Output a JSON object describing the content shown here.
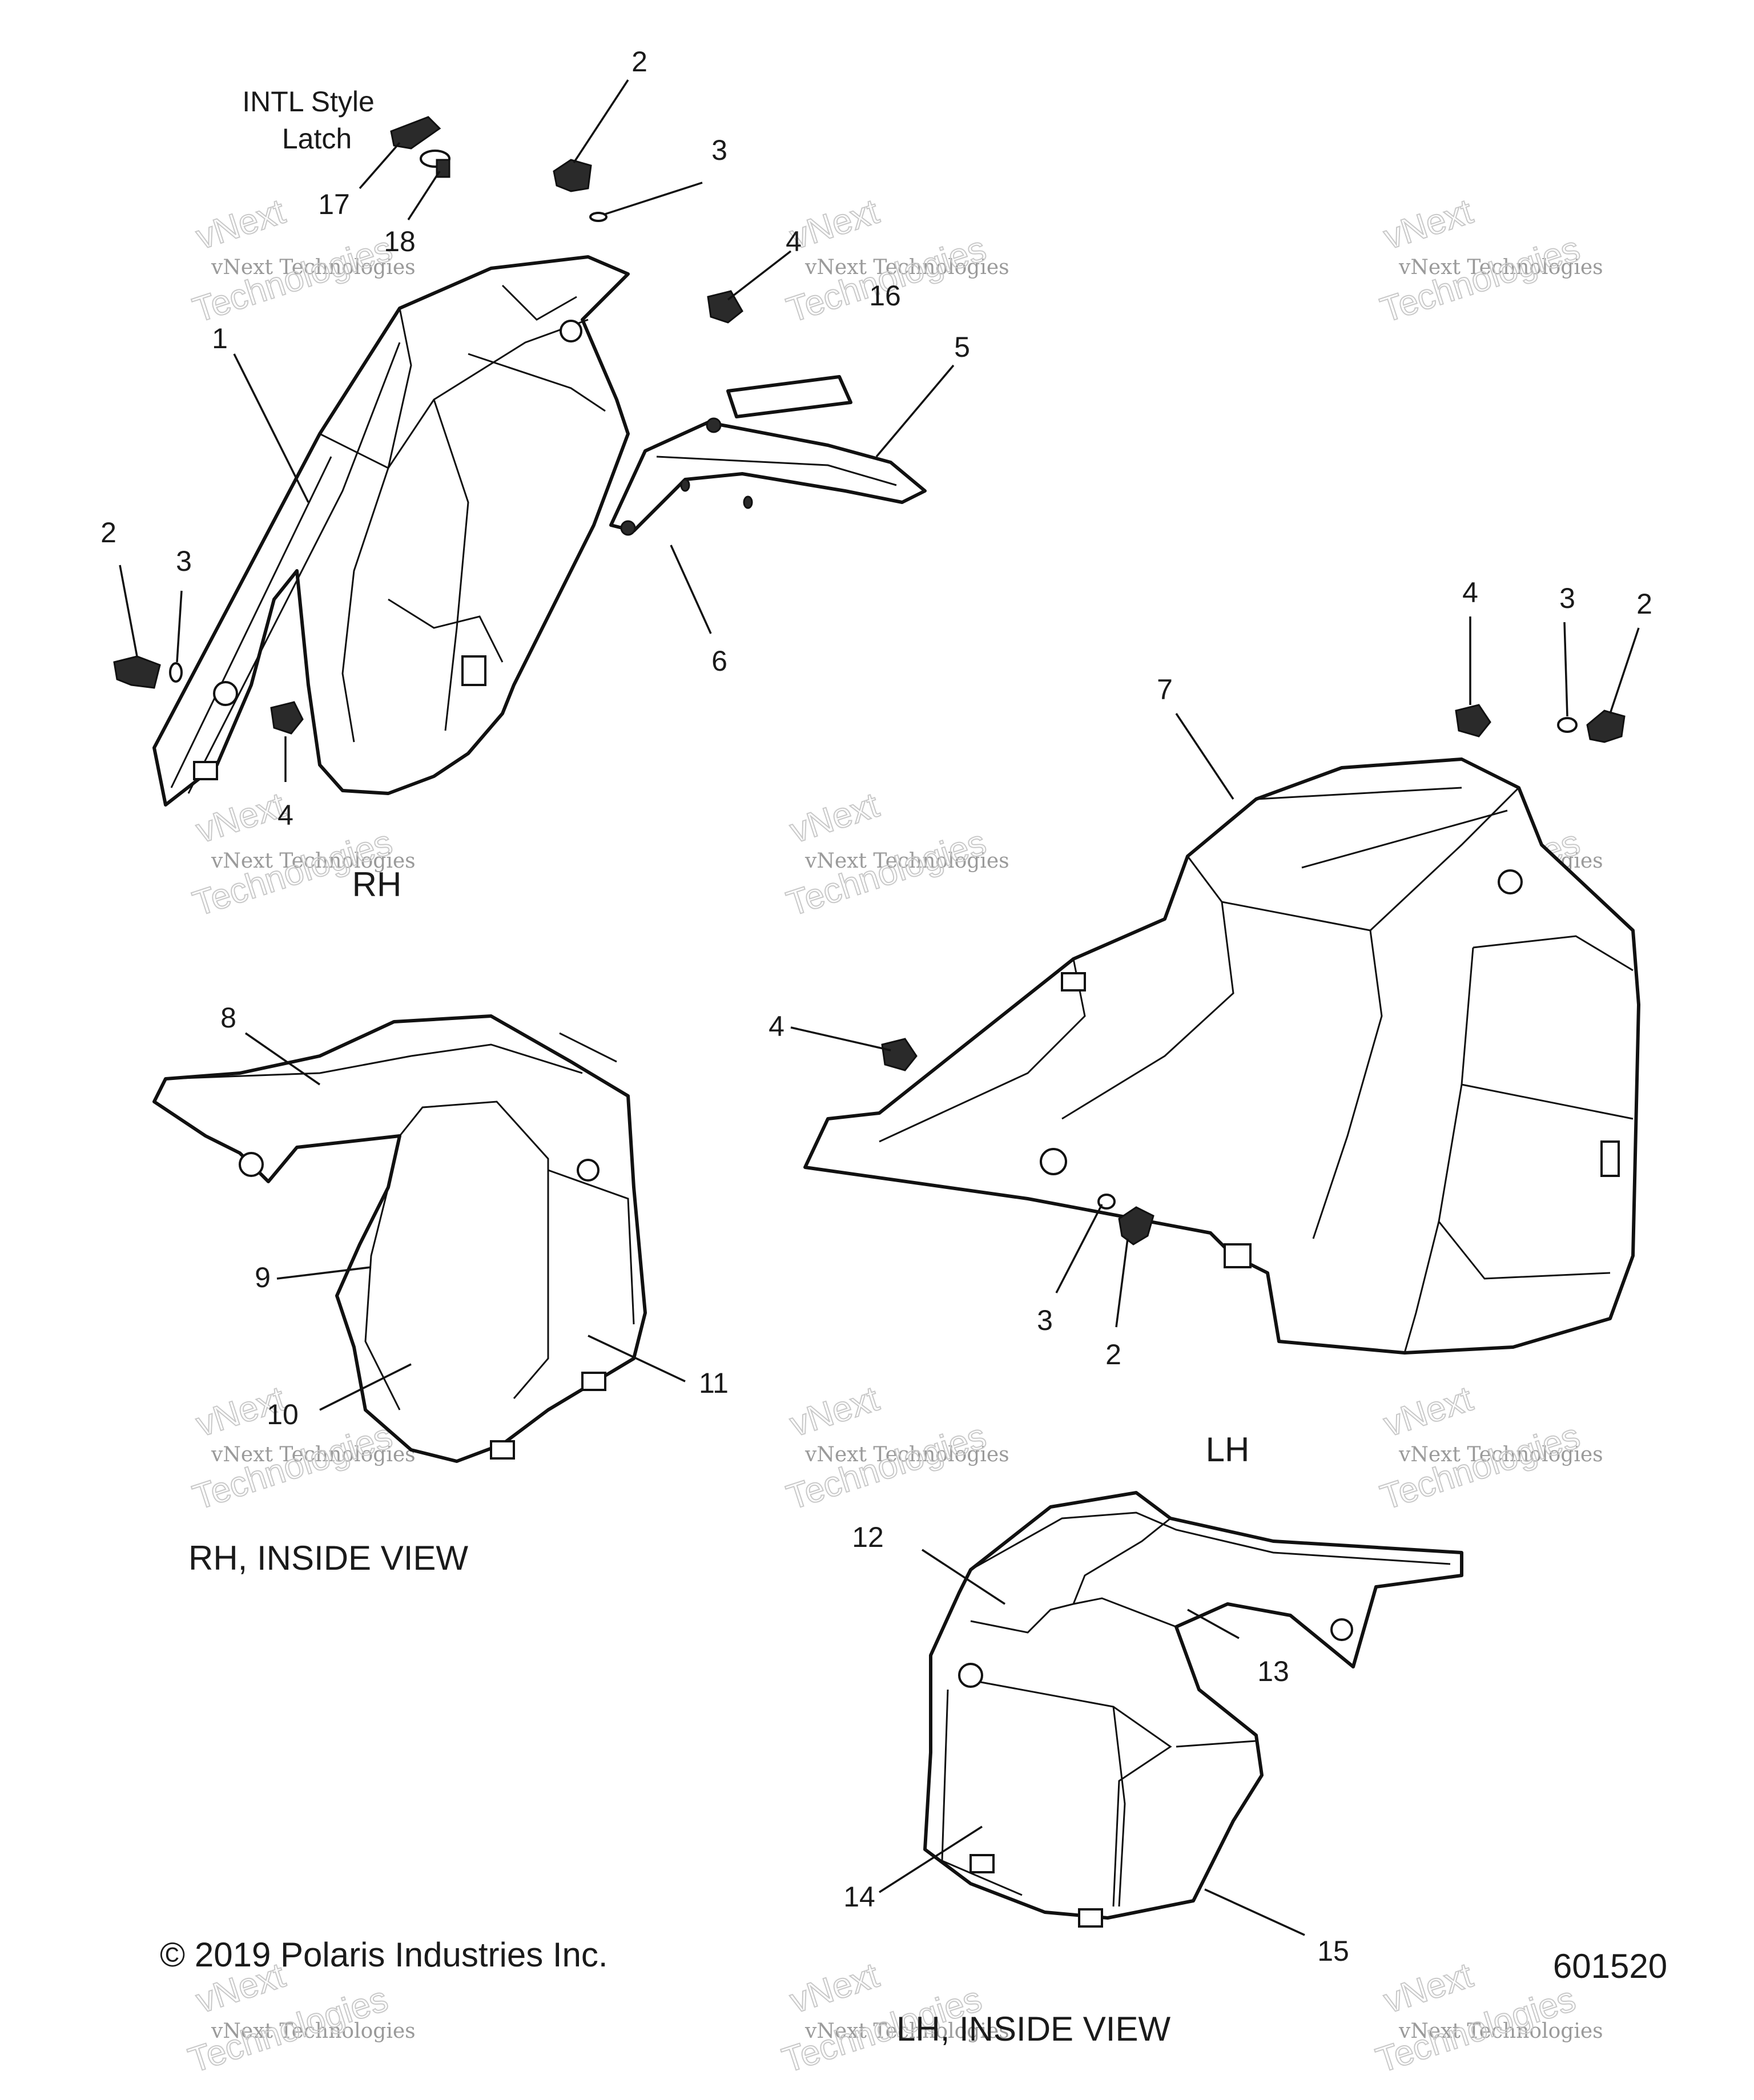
{
  "callouts": {
    "c1": "1",
    "c2_top": "2",
    "c3_top": "3",
    "c4_top": "4",
    "c16": "16",
    "c5": "5",
    "c6": "6",
    "c17": "17",
    "c18": "18",
    "c2_rh": "2",
    "c3_rh": "3",
    "c4_rh": "4",
    "c4_lh_top": "4",
    "c3_lh_top": "3",
    "c2_lh_top": "2",
    "c7": "7",
    "c8": "8",
    "c9": "9",
    "c10": "10",
    "c11": "11",
    "c4_lh_mid": "4",
    "c3_lh_bot": "3",
    "c2_lh_bot": "2",
    "c12": "12",
    "c13": "13",
    "c14": "14",
    "c15": "15"
  },
  "notes": {
    "intl_line1": "INTL Style",
    "intl_line2": "Latch"
  },
  "captions": {
    "rh": "RH",
    "lh": "LH",
    "rh_inside": "RH, INSIDE VIEW",
    "lh_inside": "LH, INSIDE VIEW"
  },
  "footer": {
    "copyright": "© 2019 Polaris Industries Inc.",
    "figure_number": "601520"
  },
  "watermark": {
    "line1": "vNext Technologies",
    "line2": "Technologies",
    "line0": "vNext"
  }
}
